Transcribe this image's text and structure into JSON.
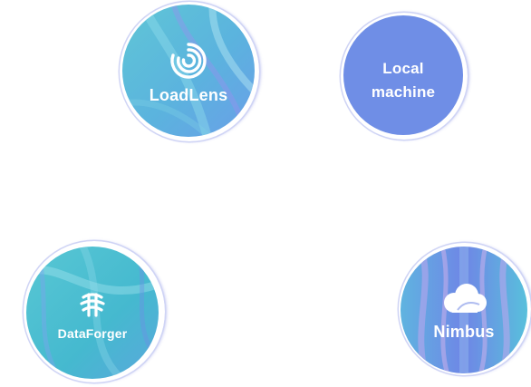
{
  "nodes": {
    "loadlens": {
      "label": "LoadLens",
      "icon": "swirl-logo-icon"
    },
    "local": {
      "label_line1": "Local",
      "label_line2": "machine"
    },
    "dataforger": {
      "label": "DataForger",
      "icon": "knot-logo-icon"
    },
    "nimbus": {
      "label": "Nimbus",
      "icon": "cloud-logo-icon"
    }
  },
  "colors": {
    "local_fill": "#6f8ee6",
    "teal_gradient": "#4fc2d2",
    "ring": "#cfd4f5",
    "text": "#ffffff"
  }
}
